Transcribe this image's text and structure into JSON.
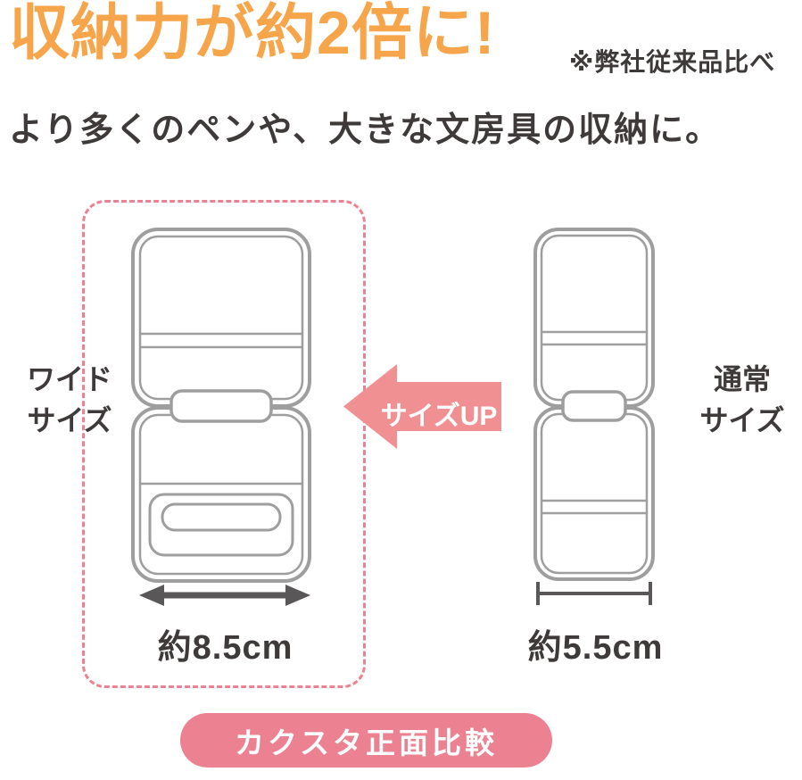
{
  "header": {
    "title": "収納力が約2倍に!",
    "note": "※弊社従来品比べ",
    "subtitle": "より多くのペンや、大きな文房具の収納に。"
  },
  "comparison": {
    "wide_label": "ワイド\nサイズ",
    "normal_label": "通常\nサイズ",
    "arrow_label": "サイズUP",
    "wide_width": "約8.5cm",
    "normal_width": "約5.5cm"
  },
  "footer": {
    "caption": "カクスタ正面比較"
  },
  "colors": {
    "accent_orange": "#F6A54B",
    "accent_pink": "#EC8291",
    "arrow_pink": "#F19093",
    "text_dark": "#3E3A39",
    "case_line_gray": "#9E9E9F",
    "measure_gray": "#595757"
  }
}
